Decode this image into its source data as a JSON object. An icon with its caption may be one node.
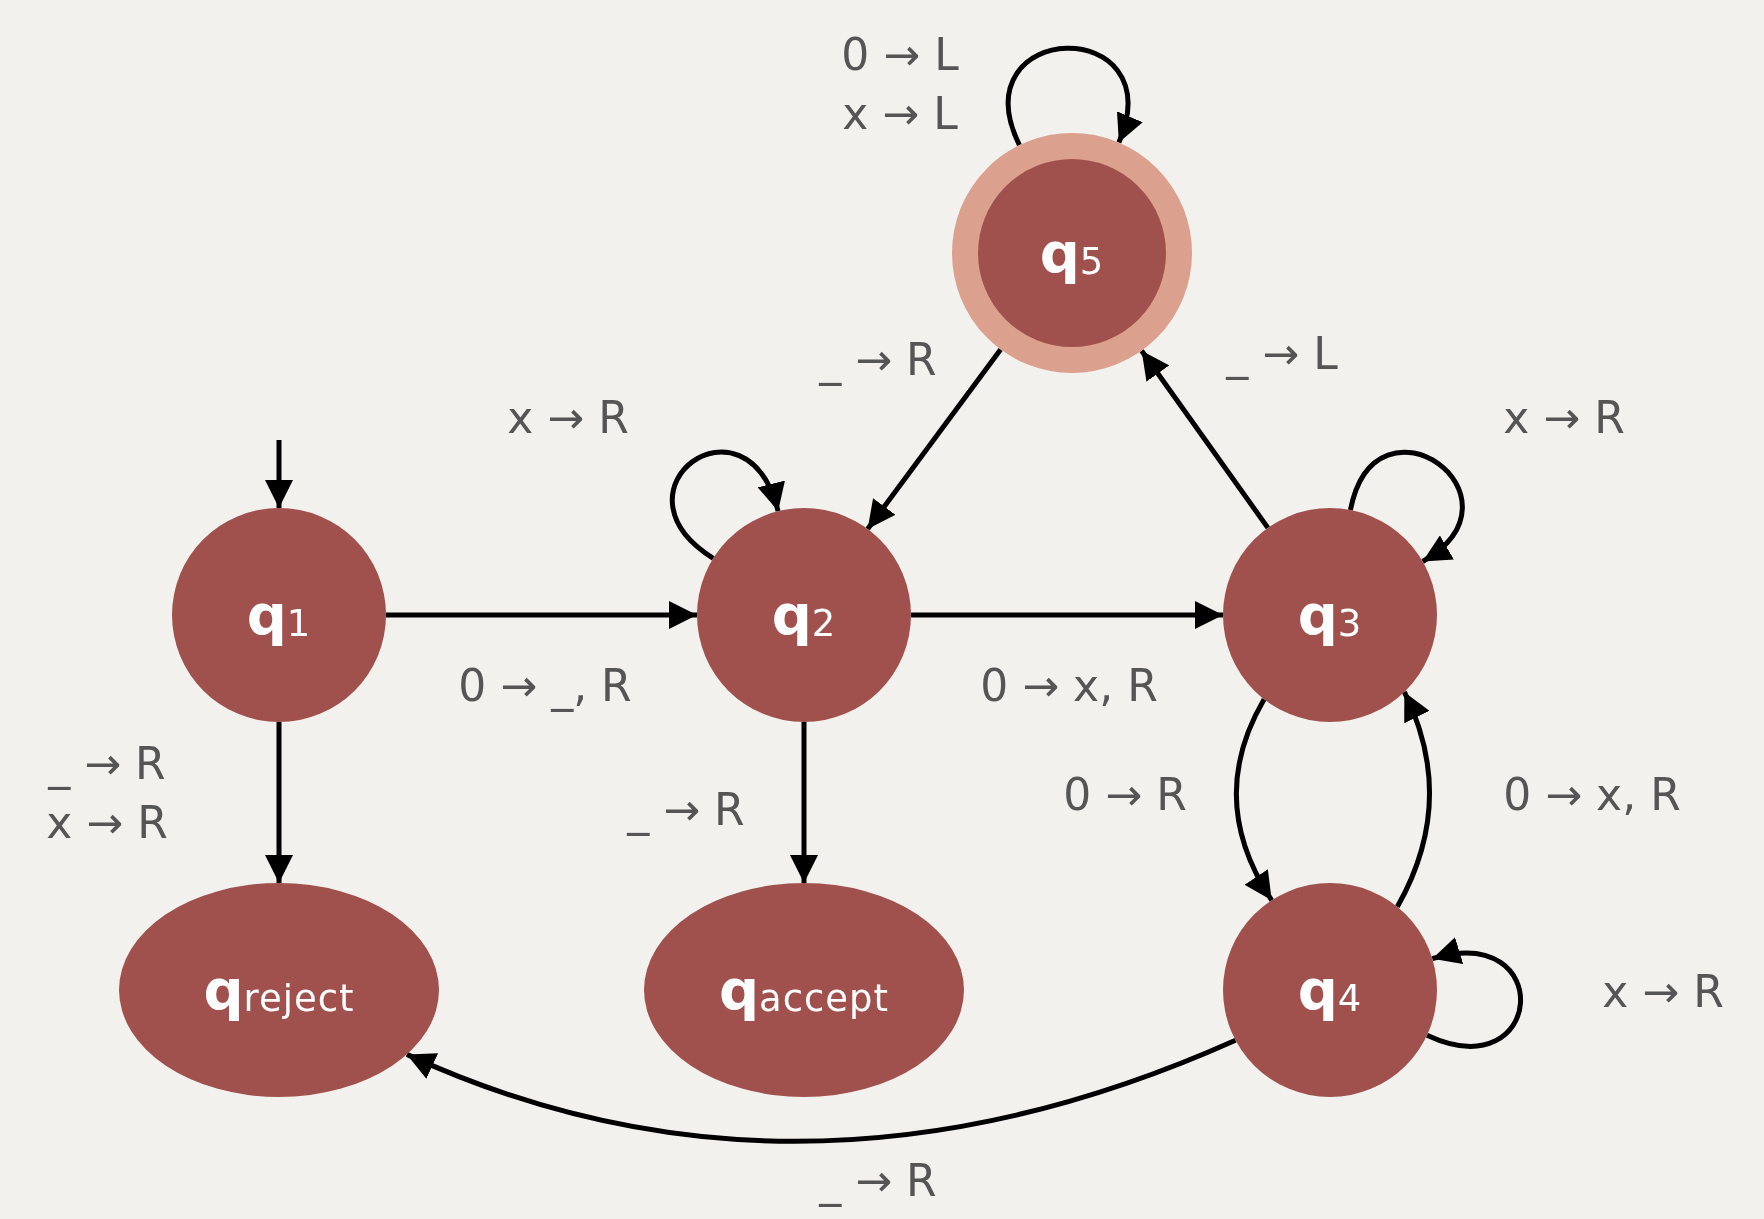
{
  "diagram": {
    "nodes": [
      {
        "text": [
          "q$_{5}$"
        ]
      },
      {
        "text": [
          "q$_{1}$"
        ]
      },
      {
        "text": [
          "q$_{2}$"
        ]
      },
      {
        "text": [
          "q$_{3}$"
        ]
      },
      {
        "text": [
          "q$_{reject}$"
        ]
      },
      {
        "text": [
          "q$_{accept}$"
        ]
      },
      {
        "text": [
          "q$_{4}$"
        ]
      }
    ],
    "edges": [
      {
        "from": null,
        "to": 1,
        "arrow": "to"
      },
      {
        "from": 1,
        "to": 2,
        "arrow": "to",
        "label": "0 → _, R"
      },
      {
        "from": 2,
        "to": 3,
        "arrow": "to",
        "label": "0 → x, R"
      },
      {
        "from": 0,
        "to": 2,
        "arrow": "to",
        "label": "_ → R"
      },
      {
        "from": 3,
        "to": 0,
        "arrow": "to",
        "label": "_ → L"
      },
      {
        "from": 0,
        "to": 0,
        "arrow": "to",
        "label": "0 → L x → L"
      },
      {
        "from": 2,
        "to": 2,
        "arrow": "to",
        "label": "x → R"
      },
      {
        "from": 3,
        "to": 3,
        "arrow": "to",
        "label": "x → R"
      },
      {
        "from": 1,
        "to": 4,
        "arrow": "to",
        "label": "_ → R x → R"
      },
      {
        "from": 2,
        "to": 5,
        "arrow": "to",
        "label": "_ → R"
      },
      {
        "from": 3,
        "to": 6,
        "arrow": "to",
        "label": "0 → R"
      },
      {
        "from": 6,
        "to": 3,
        "arrow": "to",
        "label": "0 → x, R"
      },
      {
        "from": 6,
        "to": 6,
        "arrow": "to",
        "label": "x → R"
      },
      {
        "from": 6,
        "to": 4,
        "arrow": "to",
        "label": "_ → R"
      }
    ]
  }
}
